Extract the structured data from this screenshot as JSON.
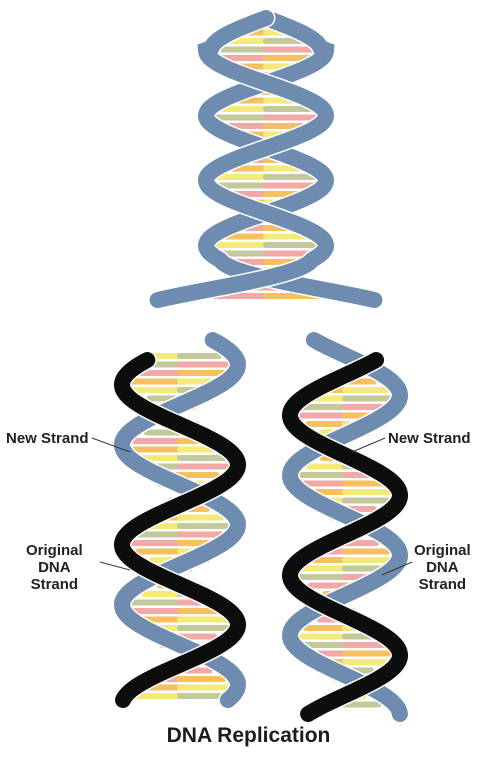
{
  "title": "DNA Replication",
  "labels": {
    "new_strand_left": "New Strand",
    "new_strand_right": "New Strand",
    "original_left": [
      "Original",
      "DNA",
      "Strand"
    ],
    "original_right": [
      "Original",
      "DNA",
      "Strand"
    ]
  },
  "colors": {
    "backbone": "#6d8caf",
    "new_strand": "#0d0d0d",
    "base_pink": "#f2a8a6",
    "base_orange": "#f6c060",
    "base_yellow": "#f3ea7a",
    "base_sage": "#c3c99a"
  }
}
